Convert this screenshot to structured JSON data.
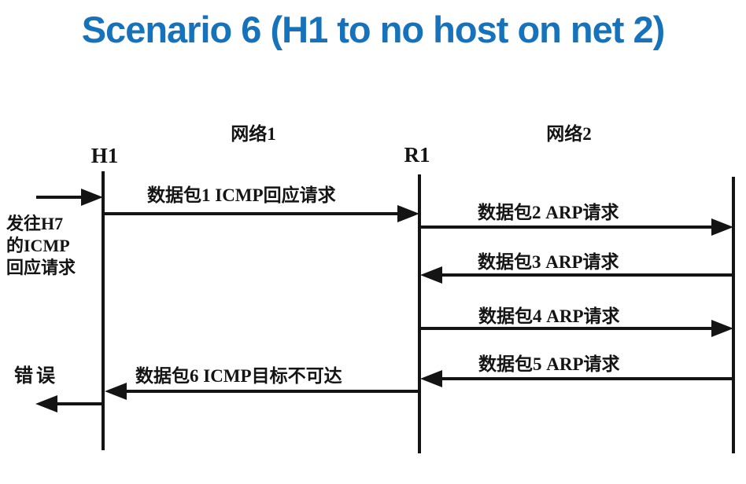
{
  "title": "Scenario 6 (H1 to no host on net 2)",
  "colors": {
    "title_blue": "#1572BB",
    "ink": "#141414",
    "background": "#FFFFFF"
  },
  "diagram": {
    "networks": [
      {
        "label": "网络1"
      },
      {
        "label": "网络2"
      }
    ],
    "nodes": [
      {
        "label": "H1"
      },
      {
        "label": "R1"
      }
    ],
    "messages": [
      {
        "label": "数据包1 ICMP回应请求",
        "from": "H1",
        "to": "R1",
        "direction": "right"
      },
      {
        "label": "数据包2 ARP请求",
        "from": "R1",
        "to": "net2-host",
        "direction": "right"
      },
      {
        "label": "数据包3 ARP请求",
        "from": "net2-host",
        "to": "R1",
        "direction": "left"
      },
      {
        "label": "数据包4 ARP请求",
        "from": "R1",
        "to": "net2-host",
        "direction": "right"
      },
      {
        "label": "数据包5 ARP请求",
        "from": "net2-host",
        "to": "R1",
        "direction": "left"
      },
      {
        "label": "数据包6 ICMP目标不可达",
        "from": "R1",
        "to": "H1",
        "direction": "left"
      }
    ],
    "captions": {
      "incoming_lines": [
        "发往H7",
        "的ICMP",
        "回应请求"
      ],
      "error": "错误"
    }
  }
}
